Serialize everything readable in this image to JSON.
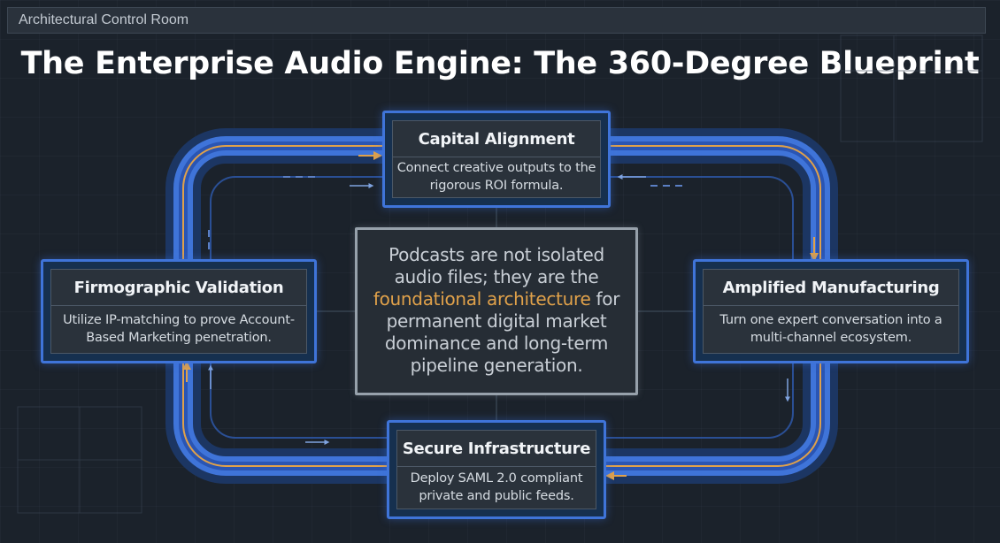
{
  "window": {
    "title": "Architectural Control Room"
  },
  "title": "The Enterprise Audio Engine: The 360-Degree Blueprint",
  "center": {
    "text_before": "Podcasts are not isolated audio files; they are the ",
    "highlight": "foundational architecture",
    "text_after": " for permanent digital market dominance and long-term pipeline generation."
  },
  "nodes": {
    "top": {
      "title": "Capital Alignment",
      "body": "Connect creative outputs to the rigorous ROI formula."
    },
    "right": {
      "title": "Amplified Manufacturing",
      "body": "Turn one expert conversation into a multi-channel ecosystem."
    },
    "bottom": {
      "title": "Secure Infrastructure",
      "body": "Deploy SAML 2.0 compliant private and public feeds."
    },
    "left": {
      "title": "Firmographic Validation",
      "body": "Utilize IP-matching to prove Account-Based Marketing penetration."
    }
  },
  "colors": {
    "track_blue": "#3f74d9",
    "accent_orange": "#e0a14a",
    "background": "#1b222b"
  }
}
